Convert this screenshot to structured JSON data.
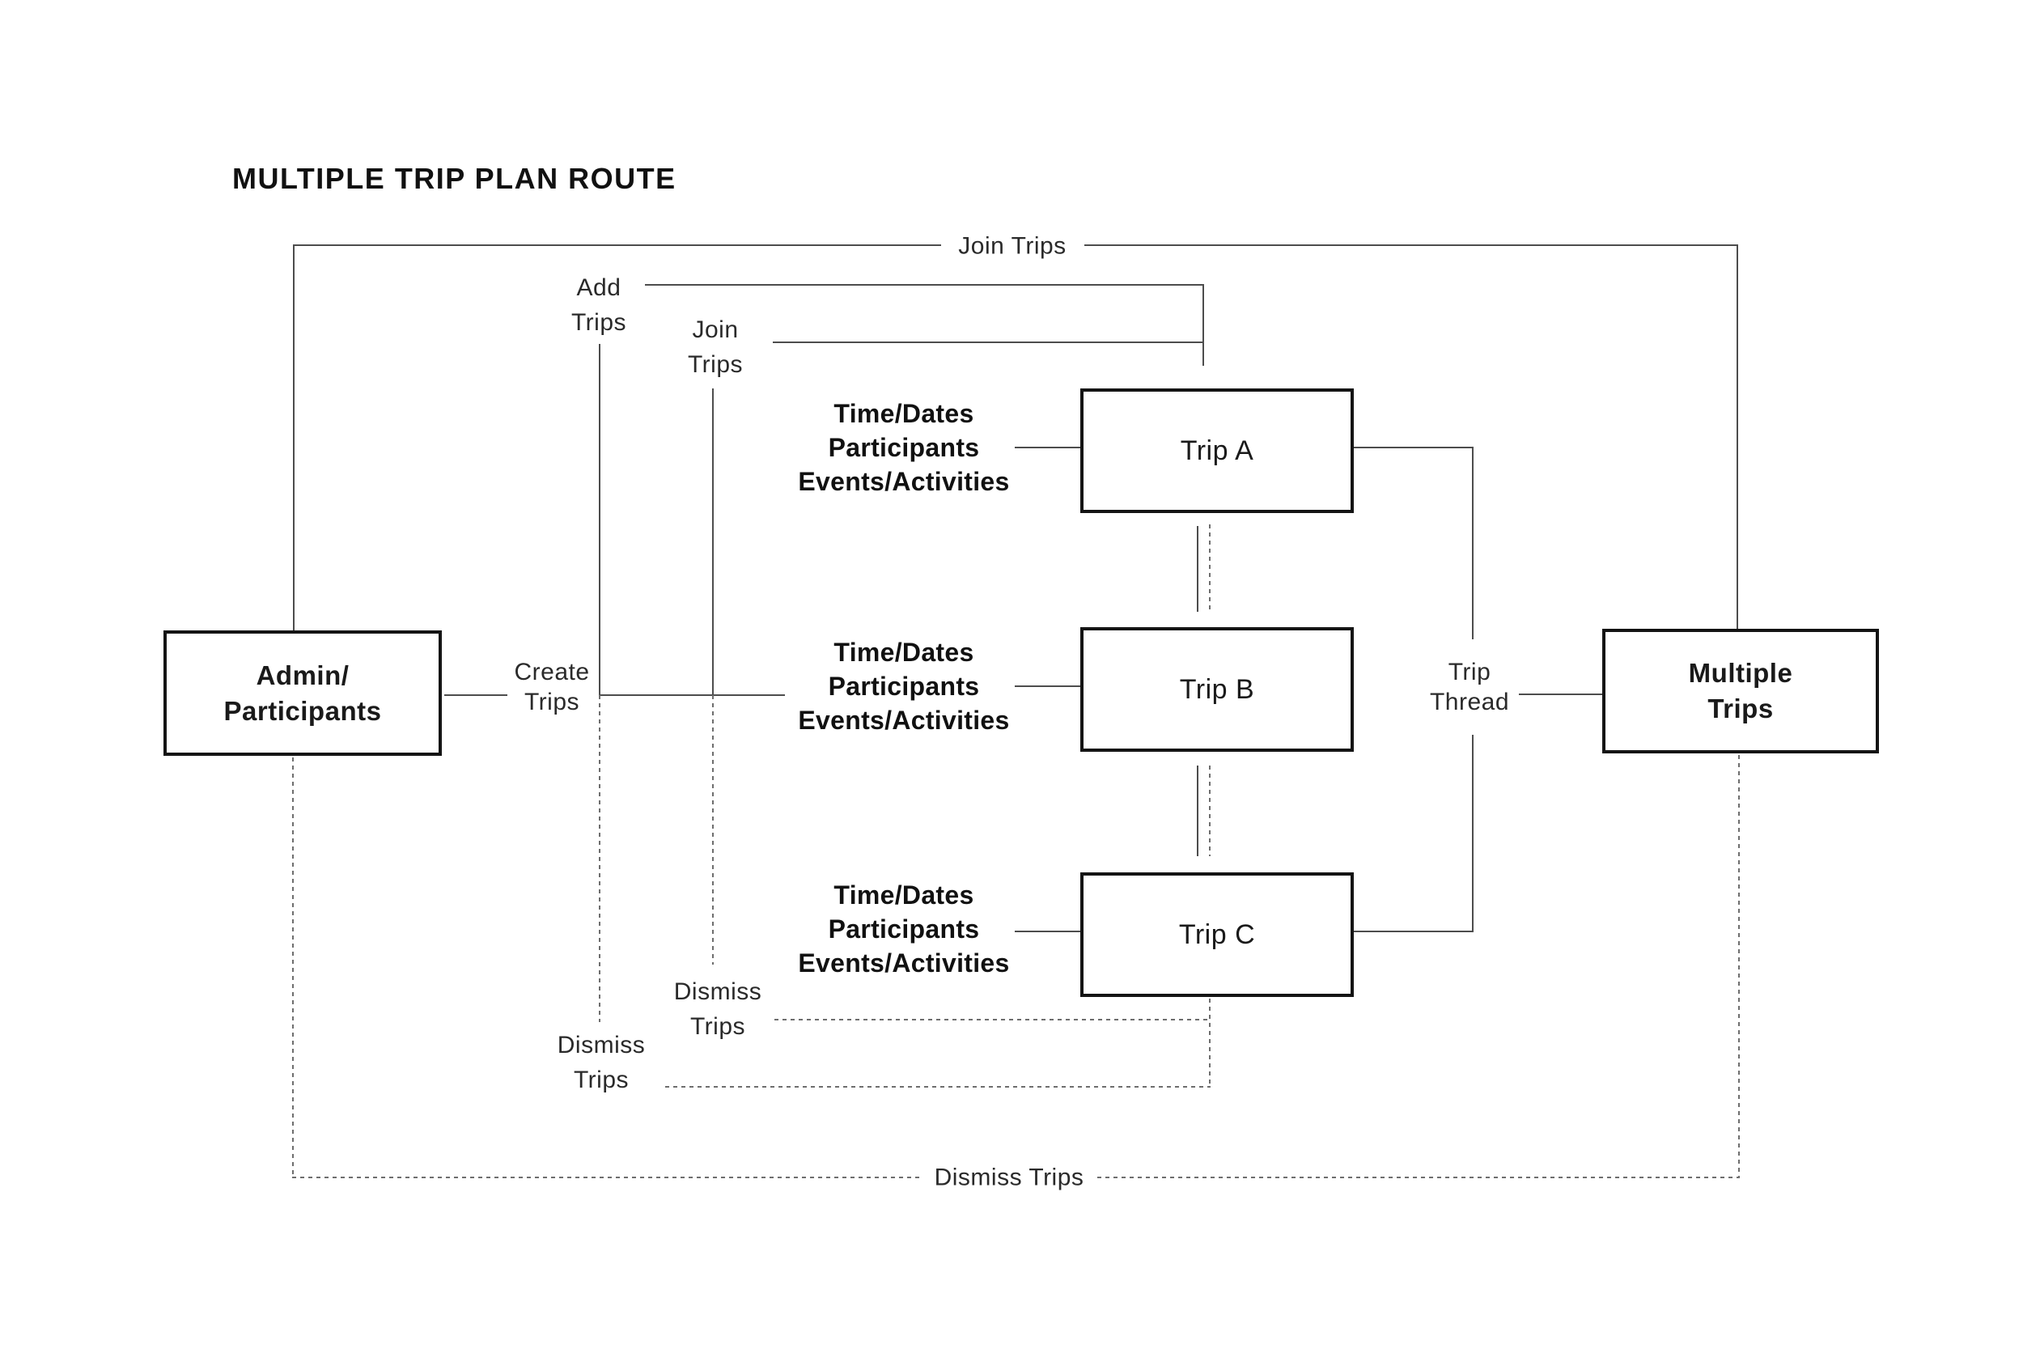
{
  "title": "MULTIPLE TRIP PLAN ROUTE",
  "nodes": {
    "admin": {
      "line1": "Admin/",
      "line2": "Participants"
    },
    "trip_a": {
      "label": "Trip A"
    },
    "trip_b": {
      "label": "Trip B"
    },
    "trip_c": {
      "label": "Trip C"
    },
    "multiple": {
      "line1": "Multiple",
      "line2": "Trips"
    }
  },
  "labels": {
    "join_trips_top": "Join Trips",
    "add_trips": {
      "line1": "Add",
      "line2": "Trips"
    },
    "join_trips_mid": {
      "line1": "Join",
      "line2": "Trips"
    },
    "create_trips": {
      "line1": "Create",
      "line2": "Trips"
    },
    "trip_thread": {
      "line1": "Trip",
      "line2": "Thread"
    },
    "dismiss_trips_upper": {
      "line1": "Dismiss",
      "line2": "Trips"
    },
    "dismiss_trips_lower": {
      "line1": "Dismiss",
      "line2": "Trips"
    },
    "dismiss_trips_bottom": "Dismiss Trips"
  },
  "attributes": {
    "line1": "Time/Dates",
    "line2": "Participants",
    "line3": "Events/Activities"
  },
  "colors": {
    "background": "#ffffff",
    "solid_line": "#4d4d4d",
    "dashed_line": "#6e6e6e",
    "box_border": "#141414",
    "text": "#1a1a1a"
  }
}
